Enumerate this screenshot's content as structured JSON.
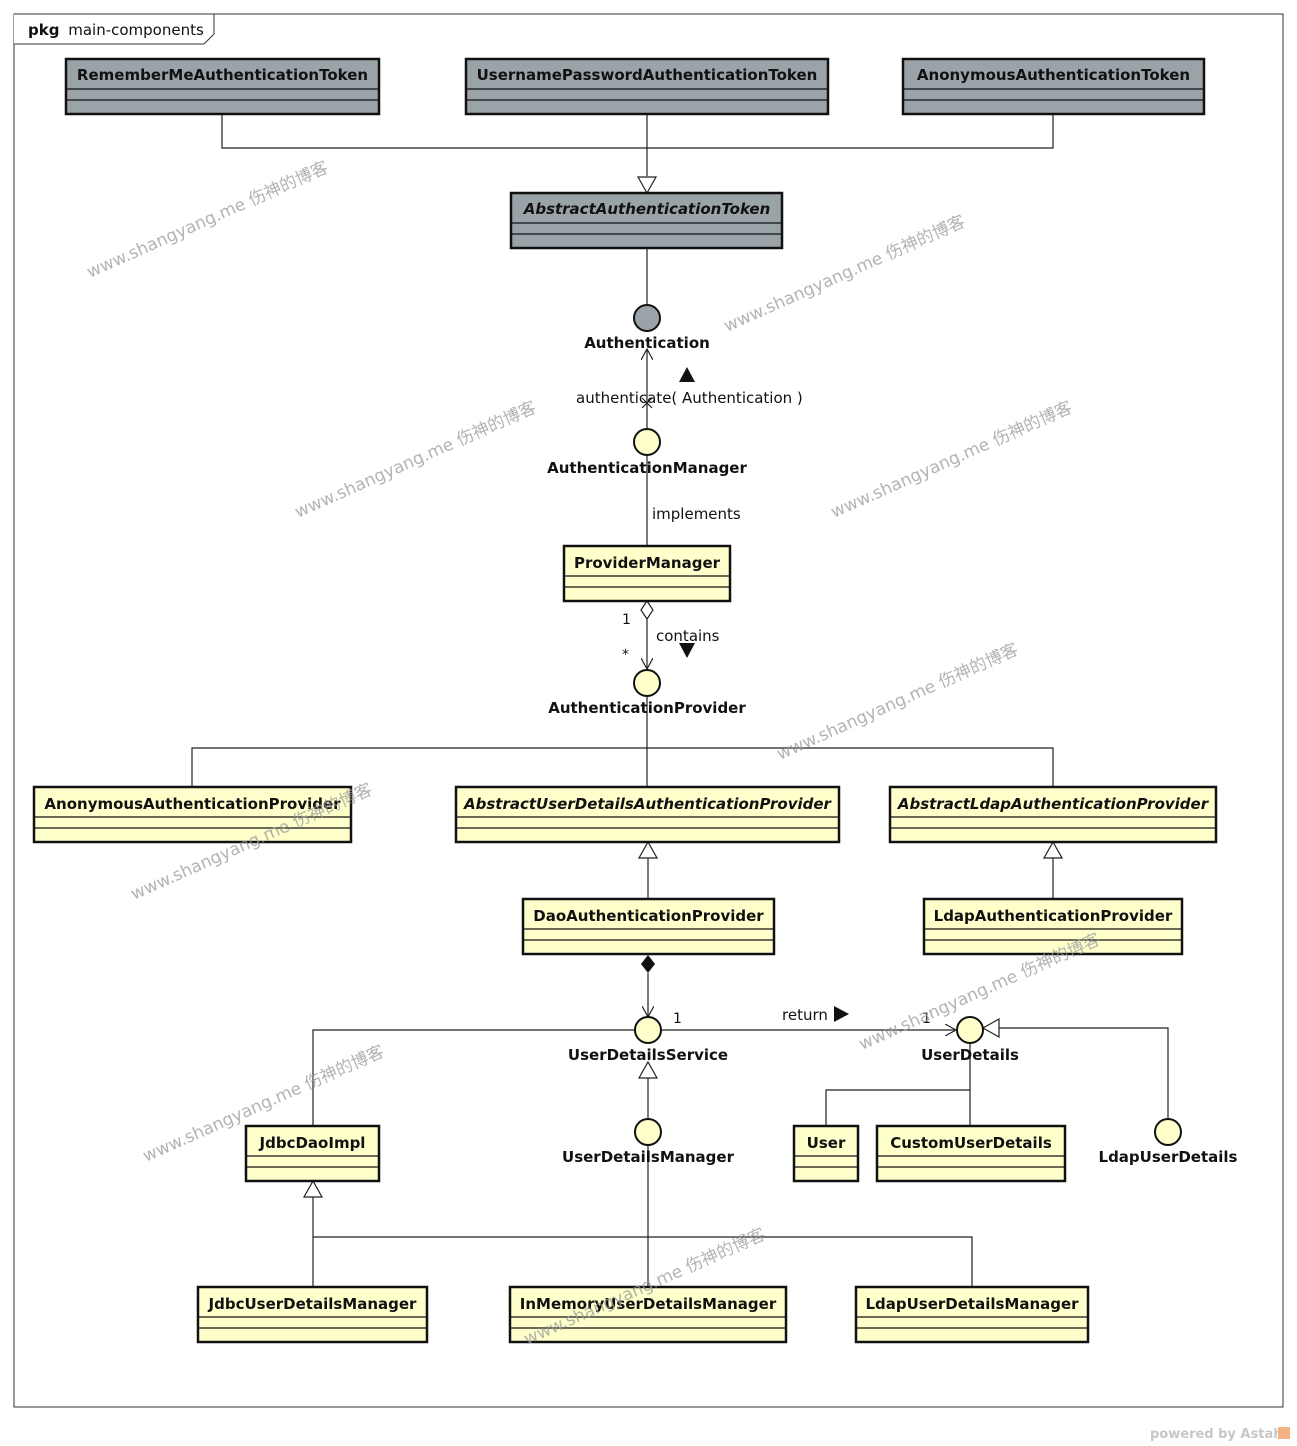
{
  "package": {
    "keyword": "pkg",
    "name": "main-components"
  },
  "classes": {
    "remember_me_token": {
      "name": "RememberMeAuthenticationToken"
    },
    "username_password_token": {
      "name": "UsernamePasswordAuthenticationToken"
    },
    "anonymous_token": {
      "name": "AnonymousAuthenticationToken"
    },
    "abstract_token": {
      "name": "AbstractAuthenticationToken"
    },
    "provider_manager": {
      "name": "ProviderManager"
    },
    "anonymous_provider": {
      "name": "AnonymousAuthenticationProvider"
    },
    "abstract_user_details_provider": {
      "name": "AbstractUserDetailsAuthenticationProvider"
    },
    "abstract_ldap_provider": {
      "name": "AbstractLdapAuthenticationProvider"
    },
    "dao_provider": {
      "name": "DaoAuthenticationProvider"
    },
    "ldap_provider": {
      "name": "LdapAuthenticationProvider"
    },
    "jdbc_dao_impl": {
      "name": "JdbcDaoImpl"
    },
    "user": {
      "name": "User"
    },
    "custom_user_details": {
      "name": "CustomUserDetails"
    },
    "jdbc_user_details_manager": {
      "name": "JdbcUserDetailsManager"
    },
    "in_memory_user_details_manager": {
      "name": "InMemoryUserDetailsManager"
    },
    "ldap_user_details_manager": {
      "name": "LdapUserDetailsManager"
    }
  },
  "interfaces": {
    "authentication": {
      "name": "Authentication"
    },
    "authentication_manager": {
      "name": "AuthenticationManager"
    },
    "authentication_provider": {
      "name": "AuthenticationProvider"
    },
    "user_details_service": {
      "name": "UserDetailsService"
    },
    "user_details": {
      "name": "UserDetails"
    },
    "user_details_manager": {
      "name": "UserDetailsManager"
    },
    "ldap_user_details": {
      "name": "LdapUserDetails"
    }
  },
  "labels": {
    "authenticate": "authenticate( Authentication )",
    "implements": "implements",
    "contains": "contains",
    "contains_mult_one": "1",
    "contains_mult_many": "*",
    "return": "return",
    "uds_mult": "1",
    "ud_mult": "1"
  },
  "watermark": "www.shangyang.me 伤神的博客",
  "footer": {
    "powered": "powered by Astah"
  },
  "colors": {
    "abstract_fill": "#9aa3a8",
    "class_fill": "#ffffcc",
    "border": "#111111"
  }
}
